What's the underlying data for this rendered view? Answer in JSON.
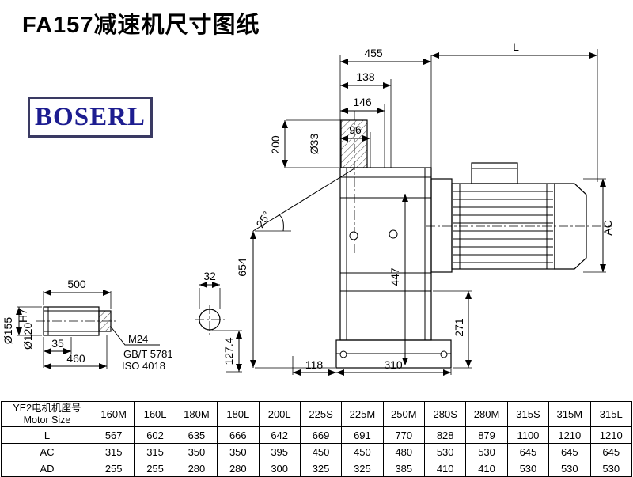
{
  "title": "FA157减速机尺寸图纸",
  "logo": {
    "text": "BOSERL"
  },
  "drawing": {
    "dims": {
      "d455": "455",
      "dL": "L",
      "d138": "138",
      "d146": "146",
      "d96": "96",
      "d33": "Ø33",
      "d200": "200",
      "d25": "25°",
      "d654": "654",
      "d447": "447",
      "dAC": "AC",
      "d271": "271",
      "d118": "118",
      "d310": "310",
      "d500": "500",
      "d35": "35",
      "d460": "460",
      "d155": "Ø155",
      "d120": "Ø120",
      "d120tol": "H7",
      "m24": "M24",
      "gbt": "GB/T 5781",
      "iso": "ISO 4018",
      "d1274": "127.4",
      "d32": "32"
    }
  },
  "table": {
    "header": {
      "line1": "YE2电机机座号",
      "line2": "Motor Size"
    },
    "columns": [
      "160M",
      "160L",
      "180M",
      "180L",
      "200L",
      "225S",
      "225M",
      "250M",
      "280S",
      "280M",
      "315S",
      "315M",
      "315L"
    ],
    "rows": [
      {
        "label": "L",
        "values": [
          "567",
          "602",
          "635",
          "666",
          "642",
          "669",
          "691",
          "770",
          "828",
          "879",
          "1100",
          "1210",
          "1210"
        ]
      },
      {
        "label": "AC",
        "values": [
          "315",
          "315",
          "350",
          "350",
          "395",
          "450",
          "450",
          "480",
          "530",
          "530",
          "645",
          "645",
          "645"
        ]
      },
      {
        "label": "AD",
        "values": [
          "255",
          "255",
          "280",
          "280",
          "300",
          "325",
          "325",
          "385",
          "410",
          "410",
          "530",
          "530",
          "530"
        ]
      }
    ]
  }
}
